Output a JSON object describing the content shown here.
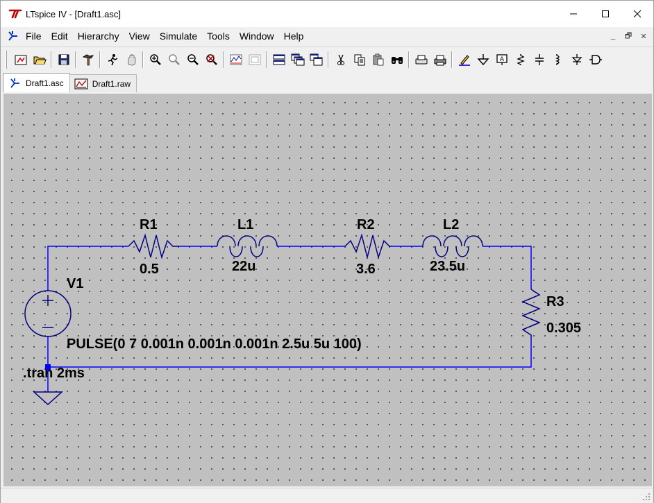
{
  "window": {
    "title": "LTspice IV - [Draft1.asc]",
    "controls": {
      "minimize": "—",
      "maximize": "☐",
      "close": "✕"
    }
  },
  "menu": {
    "items": [
      "File",
      "Edit",
      "Hierarchy",
      "View",
      "Simulate",
      "Tools",
      "Window",
      "Help"
    ],
    "mdi_controls": {
      "minimize": "_",
      "restore": "🗗",
      "close": "✕"
    }
  },
  "toolbar": {
    "groups": [
      [
        "new-schematic-icon",
        "open-icon"
      ],
      [
        "save-icon"
      ],
      [
        "control-panel-icon"
      ],
      [
        "run-icon",
        "halt-icon"
      ],
      [
        "zoom-in-icon",
        "zoom-pan-icon",
        "zoom-out-icon",
        "zoom-cancel-icon"
      ],
      [
        "autorange-icon",
        "waveform-icon"
      ],
      [
        "tile-horizontal-icon",
        "cascade-icon",
        "tile-vertical-icon"
      ],
      [
        "cut-icon",
        "copy-icon",
        "paste-icon",
        "find-icon"
      ],
      [
        "print-setup-icon",
        "print-icon"
      ],
      [
        "draw-wire-icon",
        "ground-icon",
        "label-net-icon",
        "resistor-icon",
        "capacitor-icon",
        "inductor-icon",
        "diode-icon",
        "component-icon"
      ]
    ]
  },
  "tabs": [
    {
      "label": "Draft1.asc",
      "active": true
    },
    {
      "label": "Draft1.raw",
      "active": false
    }
  ],
  "schematic": {
    "colors": {
      "wire": "#0000ff",
      "component": "#000080",
      "text": "#000000",
      "background": "#c0c0c0"
    },
    "components": {
      "R1": {
        "name": "R1",
        "value": "0.5"
      },
      "L1": {
        "name": "L1",
        "value": "22u"
      },
      "R2": {
        "name": "R2",
        "value": "3.6"
      },
      "L2": {
        "name": "L2",
        "value": "23.5u"
      },
      "R3": {
        "name": "R3",
        "value": "0.305"
      },
      "V1": {
        "name": "V1",
        "value": "PULSE(0 7 0.001n 0.001n 0.001n 2.5u 5u 100)"
      }
    },
    "directive": ".tran 2ms"
  }
}
